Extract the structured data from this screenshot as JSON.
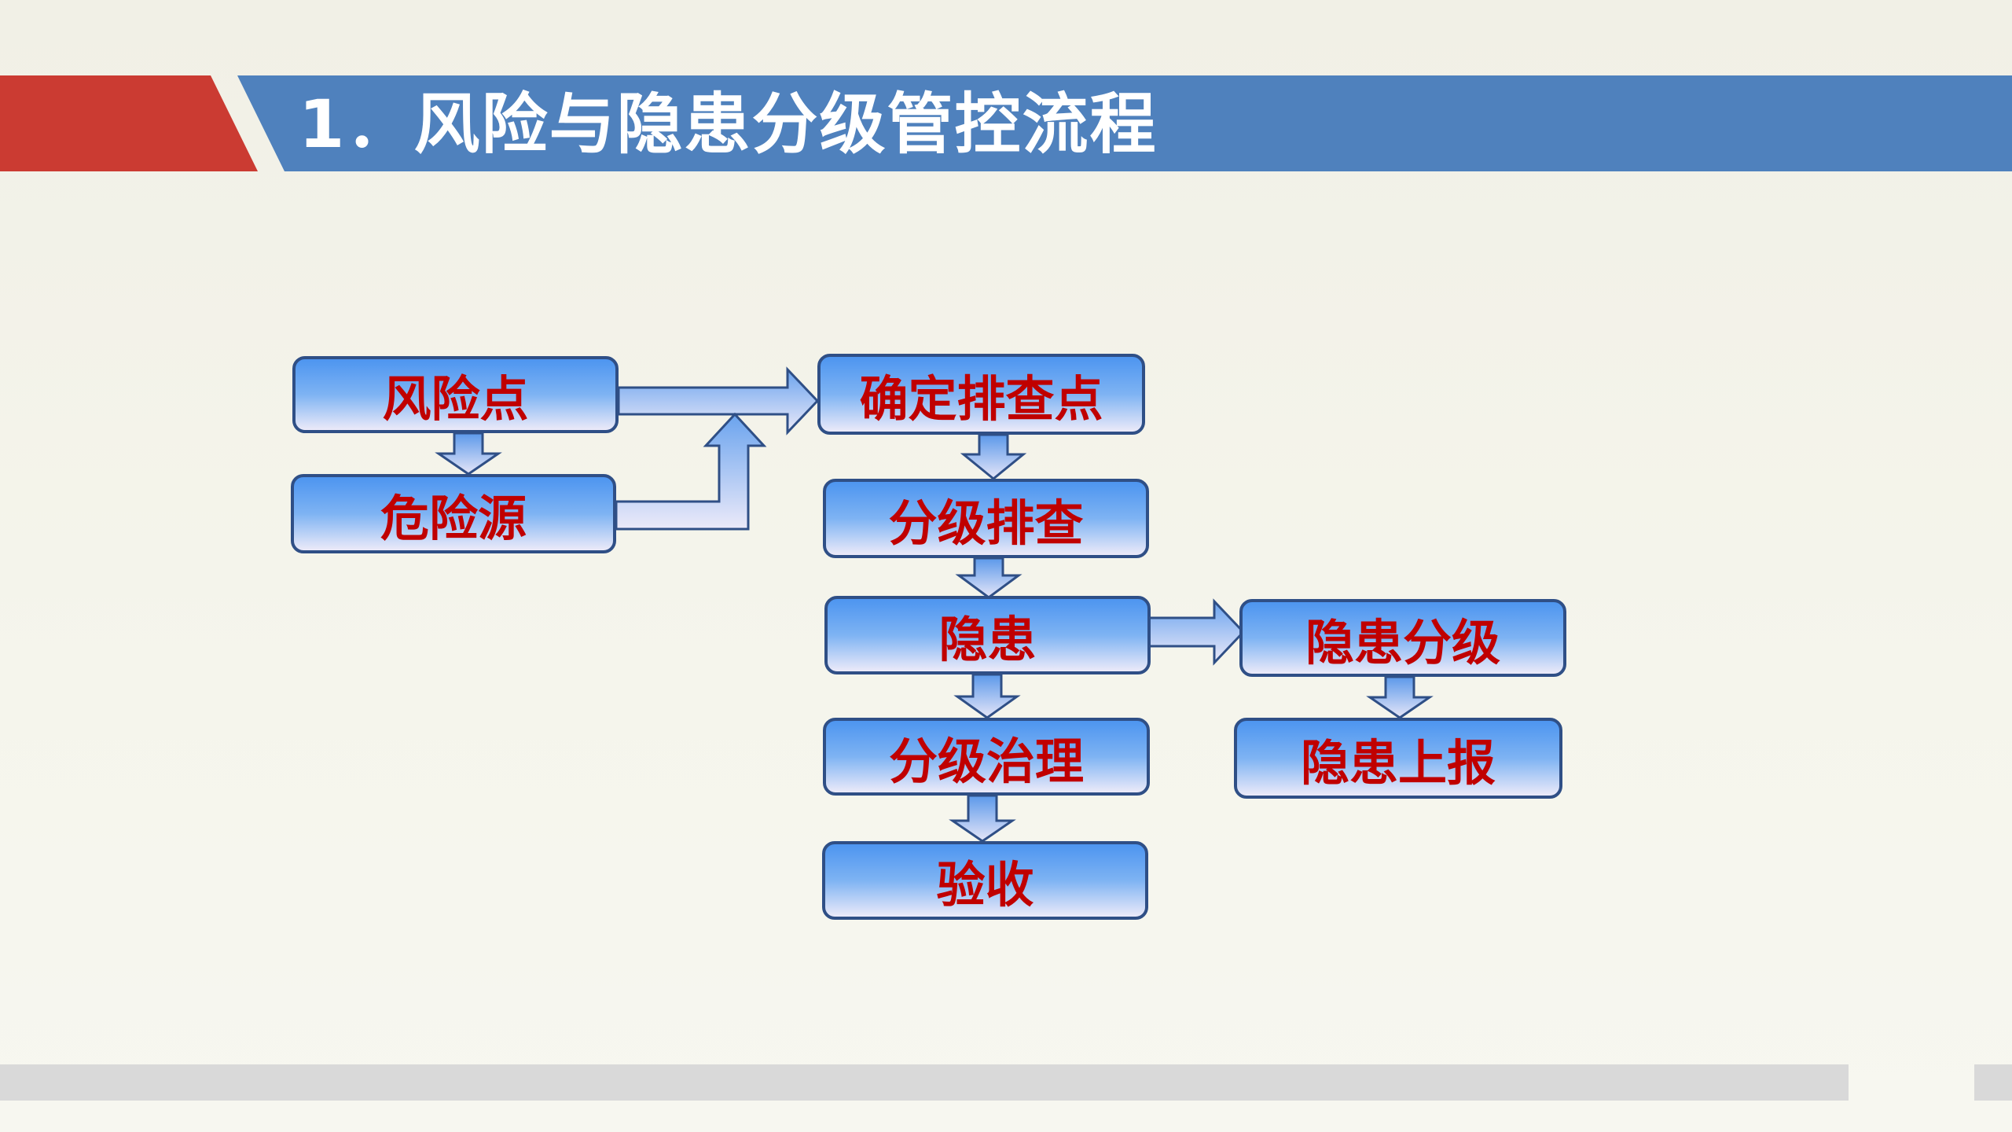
{
  "slide": {
    "title": "1．风险与隐患分级管控流程",
    "colors": {
      "accent_red": "#cb3b32",
      "header_blue": "#4f81bd",
      "box_text": "#c00000",
      "box_border": "#2f4f86"
    }
  },
  "diagram": {
    "nodes": {
      "risk_point": "风险点",
      "hazard_source": "危险源",
      "confirm_check_point": "确定排查点",
      "graded_inspection": "分级排查",
      "hidden_danger": "隐患",
      "hidden_danger_grading": "隐患分级",
      "graded_governance": "分级治理",
      "hidden_danger_report": "隐患上报",
      "acceptance": "验收"
    },
    "edges": [
      [
        "风险点",
        "确定排查点"
      ],
      [
        "风险点",
        "危险源"
      ],
      [
        "危险源",
        "确定排查点"
      ],
      [
        "确定排查点",
        "分级排查"
      ],
      [
        "分级排查",
        "隐患"
      ],
      [
        "隐患",
        "隐患分级"
      ],
      [
        "隐患分级",
        "隐患上报"
      ],
      [
        "隐患",
        "分级治理"
      ],
      [
        "分级治理",
        "验收"
      ]
    ]
  }
}
